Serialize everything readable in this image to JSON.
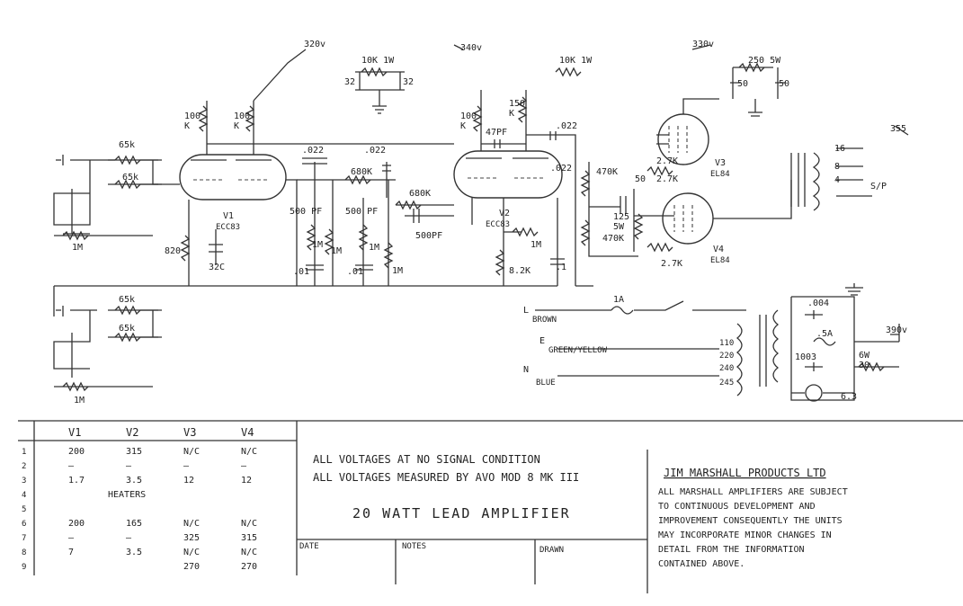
{
  "voltages": {
    "v320": "320v",
    "v340": "340v",
    "v330": "330v",
    "v355": "355",
    "v390": "390v"
  },
  "components": {
    "r65k_a": "65k",
    "r65k_b": "65k",
    "r1m_in_a": "1M",
    "r65k_c": "65k",
    "r65k_d": "65k",
    "r1m_in_b": "1M",
    "r100k_1": "100\nK",
    "r100k_2": "100\nK",
    "r10k1w_a": "10K 1W",
    "c32a": "32",
    "c32b": "32",
    "v1": "V1",
    "v1type": "ECC83",
    "r820": "820",
    "c32c": "32C",
    "c022_1": ".022",
    "c022_2": ".022",
    "r680k_1": "680K",
    "c500pf_1": "500 PF",
    "c500pf_2": "500 PF",
    "r1m_a": "1M",
    "r1m_b": "1M",
    "r1m_c": "1M",
    "r1m_d": "1M",
    "c01_a": ".01",
    "c01_b": ".01",
    "r100k_3": "100\nK",
    "r150k": "150\nK",
    "c47pf": "47PF",
    "r680k_2": "680K",
    "c500pf_3": "500PF",
    "v2": "V2",
    "v2type": "ECC83",
    "r1m_e": "1M",
    "r82k": "8.2K",
    "c1": ".1",
    "r10k1w_b": "10K 1W",
    "c022_3": ".022",
    "c022_4": ".022",
    "r470k": "470K",
    "c50": "50",
    "r125_5w": "125\n5W",
    "r470k_b": "470K",
    "r27k_a": "2.7K",
    "r27k_b": "2.7K",
    "r27k_c": "2.7K",
    "v3": "V3",
    "v3type": "EL84",
    "v4": "V4",
    "v4type": "EL84",
    "r250_5w": "250 5W",
    "c50a": "50",
    "c50b": "50",
    "tap16": "16",
    "tap8": "8",
    "tap4": "4",
    "sp": "S/P",
    "fuse1": "1A",
    "fuse2": ".5A",
    "c004": ".004",
    "c1003": "1003",
    "r30_6w": "6W\n30",
    "heater": "6.3",
    "mains_l": "L",
    "mains_l_col": "BROWN",
    "mains_e": "E",
    "mains_e_col": "GREEN/YELLOW",
    "mains_n": "N",
    "mains_n_col": "BLUE",
    "tap110": "110",
    "tap220": "220",
    "tap240": "240",
    "tap245": "245"
  },
  "table": {
    "headers": [
      "V1",
      "V2",
      "V3",
      "V4"
    ],
    "rows": [
      {
        "pin": "1",
        "cells": [
          "200",
          "315",
          "N/C",
          "N/C"
        ]
      },
      {
        "pin": "2",
        "cells": [
          "—",
          "—",
          "—",
          "—"
        ]
      },
      {
        "pin": "3",
        "cells": [
          "1.7",
          "3.5",
          "12",
          "12"
        ]
      },
      {
        "pin": "4",
        "cells": [
          "",
          "HEATERS",
          "",
          ""
        ]
      },
      {
        "pin": "5",
        "cells": [
          "",
          "",
          "",
          ""
        ]
      },
      {
        "pin": "6",
        "cells": [
          "200",
          "165",
          "N/C",
          "N/C"
        ]
      },
      {
        "pin": "7",
        "cells": [
          "—",
          "—",
          "325",
          "315"
        ]
      },
      {
        "pin": "8",
        "cells": [
          "7",
          "3.5",
          "N/C",
          "N/C"
        ]
      },
      {
        "pin": "9",
        "cells": [
          "",
          "",
          "270",
          "270"
        ]
      }
    ]
  },
  "notes": {
    "line1": "ALL VOLTAGES AT NO SIGNAL CONDITION",
    "line2": "ALL VOLTAGES MEASURED BY AVO MOD 8 MK III",
    "title": "20 WATT LEAD AMPLIFIER"
  },
  "footer": {
    "date": "DATE",
    "notes": "NOTES",
    "drawn": "DRAWN"
  },
  "company": {
    "name": "JIM MARSHALL PRODUCTS LTD",
    "text": [
      "ALL MARSHALL AMPLIFIERS ARE SUBJECT",
      "TO CONTINUOUS DEVELOPMENT AND",
      "IMPROVEMENT CONSEQUENTLY THE UNITS",
      "MAY INCORPORATE MINOR CHANGES IN",
      "DETAIL FROM THE INFORMATION",
      "CONTAINED ABOVE."
    ]
  }
}
